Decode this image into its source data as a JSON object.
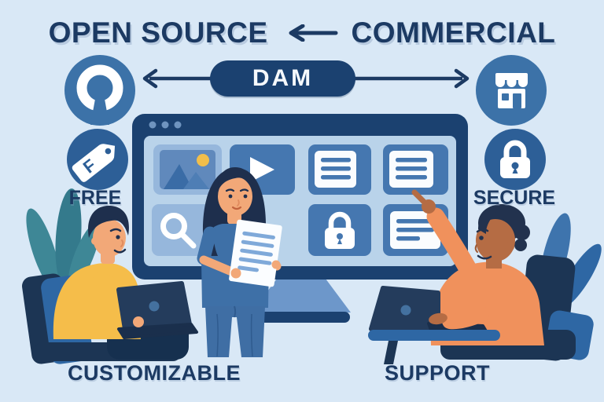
{
  "header": {
    "title_left": "OPEN SOURCE",
    "title_right": "COMMERCIAL",
    "arrow_symbol": "←",
    "badge_label": "DAM"
  },
  "side_labels": {
    "free": "FREE",
    "secure": "SECURE"
  },
  "bottom_labels": {
    "customizable": "CUSTOMIZABLE",
    "support": "SUPPORT"
  },
  "icons": {
    "left_top": "open-source-icon",
    "left_bottom": "price-tag-icon",
    "tag_letter": "F",
    "right_top": "storefront-icon",
    "right_bottom": "padlock-icon"
  },
  "monitor": {
    "tiles_row1": [
      "image-thumbnail",
      "video-play",
      "document",
      "document"
    ],
    "tiles_row2": [
      "search",
      "padlock",
      "document"
    ],
    "window_dots": 3
  },
  "scene": {
    "people": [
      "man-with-laptop-yellow-shirt",
      "woman-holding-document",
      "man-pointing-orange-shirt"
    ],
    "props": [
      "teal-plant",
      "blue-plant",
      "desktop-monitor",
      "two-laptops",
      "chairs",
      "desk"
    ]
  },
  "colors": {
    "background": "#D9E8F6",
    "navy_text": "#1C3A63",
    "badge_navy": "#1B4170",
    "circle_blue": "#3C72A8",
    "circle_blue_dark": "#2D5F97",
    "screen_bg": "#B9D3EA",
    "tile_light": "#96B7DC",
    "tile_medium": "#4577B0",
    "sun_yellow": "#F1BE4B",
    "shirt_yellow": "#F5BD4A",
    "shirt_blue": "#3E70A7",
    "pants_blue": "#3F6EA4",
    "shirt_orange": "#F0915C",
    "skin_tan": "#F2A878",
    "skin_brown": "#B56C44",
    "hair_navy": "#1E2F4D",
    "furniture_blue": "#2E67A4",
    "chair_navy": "#1C3554",
    "laptop_navy": "#243C5C",
    "plant_teal": "#3E8796",
    "plant_blue": "#3E74AD",
    "stand_blue": "#6D97CA"
  }
}
